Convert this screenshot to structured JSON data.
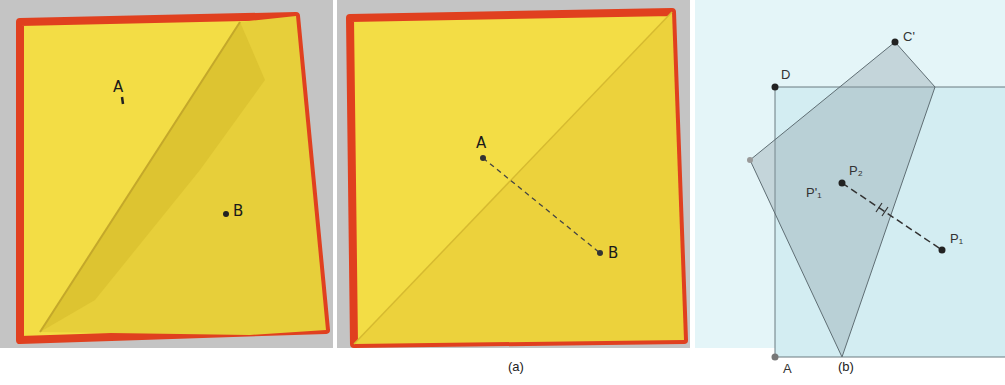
{
  "diagram": {
    "labels": [
      "A",
      "B",
      "A",
      "B",
      "C'",
      "D",
      "P₂",
      "P'₁",
      "P₁",
      "A",
      "(a)",
      "(b)"
    ]
  }
}
